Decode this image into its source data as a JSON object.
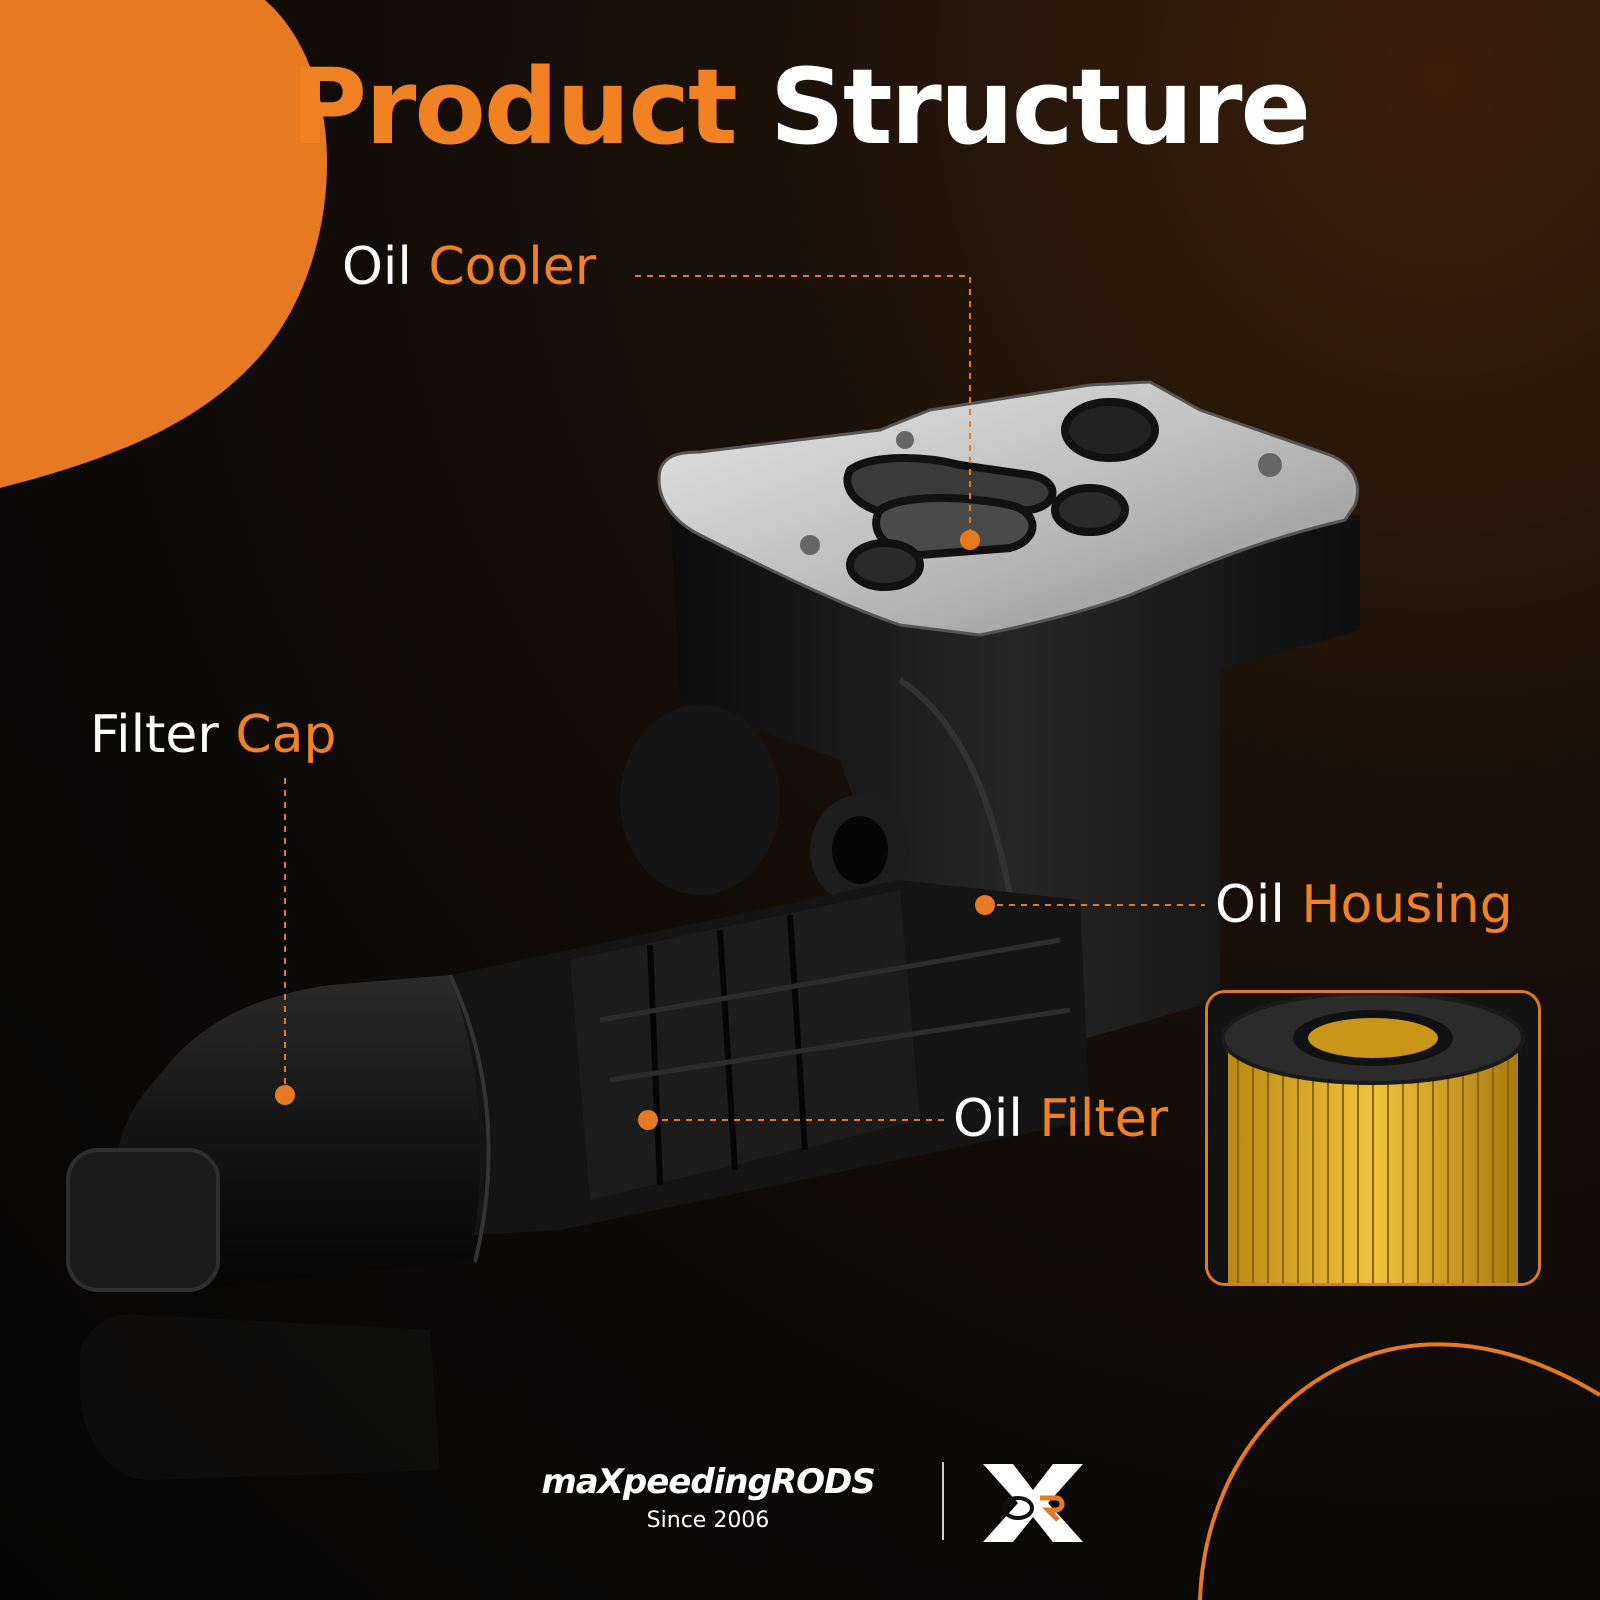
{
  "title": {
    "word1": "Product",
    "word2": "Structure"
  },
  "labels": [
    {
      "white": "Oil",
      "orange": "Cooler"
    },
    {
      "white": "Filter",
      "orange": "Cap"
    },
    {
      "white": "Oil",
      "orange": "Housing"
    },
    {
      "white": "Oil",
      "orange": "Filter"
    }
  ],
  "brand": {
    "name": "maXpeedingRODS",
    "since": "Since 2006"
  },
  "colors": {
    "accent": "#f08223",
    "background": "#0b0908",
    "text": "#ffffff"
  }
}
